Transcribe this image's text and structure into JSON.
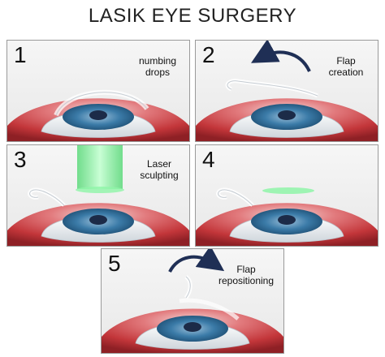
{
  "title": "LASIK EYE SURGERY",
  "steps": [
    {
      "number": "1",
      "caption": [
        "numbing",
        "drops"
      ]
    },
    {
      "number": "2",
      "caption": [
        "Flap",
        "creation"
      ]
    },
    {
      "number": "3",
      "caption": [
        "Laser",
        "sculpting"
      ]
    },
    {
      "number": "4",
      "caption": []
    },
    {
      "number": "5",
      "caption": [
        "Flap",
        "repositioning"
      ]
    }
  ],
  "colors": {
    "eye_red": "#c8393d",
    "iris": "#2f6f9a",
    "pupil": "#1c2b48",
    "laser": "#7dee9a",
    "arrow": "#1f2f55"
  }
}
